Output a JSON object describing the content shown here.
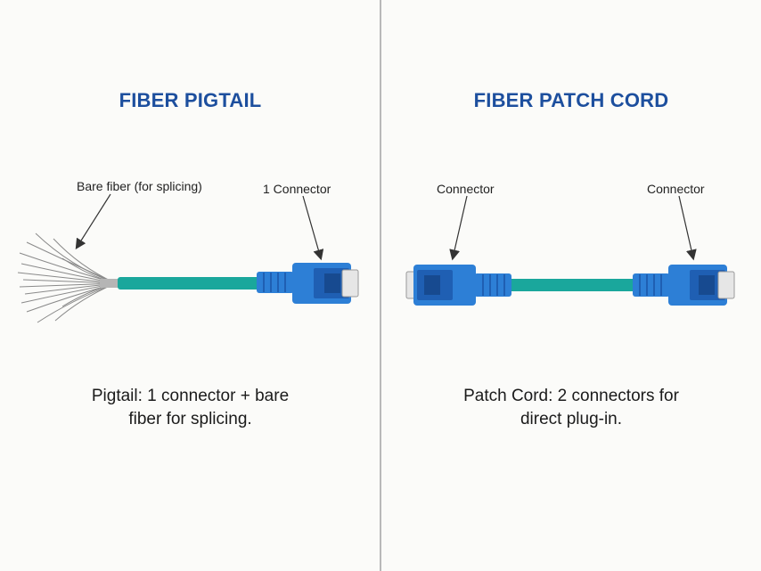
{
  "left": {
    "title": "FIBER PIGTAIL",
    "label_bare": "Bare fiber (for splicing)",
    "label_connector": "1 Connector",
    "caption_line1": "Pigtail: 1 connector  + bare",
    "caption_line2": "fiber for splicing."
  },
  "right": {
    "title": "FIBER PATCH CORD",
    "label_connector_left": "Connector",
    "label_connector_right": "Connector",
    "caption_line1": "Patch Cord: 2 connectors for",
    "caption_line2": "direct plug-in."
  },
  "colors": {
    "title": "#1d4f9e",
    "cable": "#1aa79c",
    "connector": "#2d7fd6",
    "connector_dark": "#1f5fb3",
    "ferrule": "#e6e6e6",
    "fiber": "#8a8a8a",
    "divider": "#b9b9b9"
  }
}
